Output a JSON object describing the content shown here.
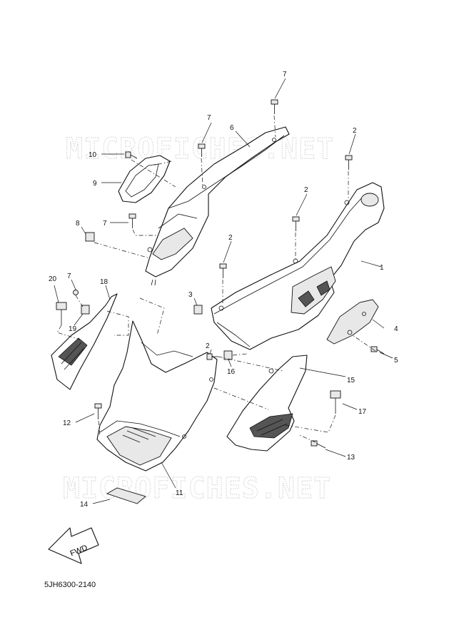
{
  "watermark": {
    "top": "MICROFICHES.NET",
    "bottom": "MICROFICHES.NET"
  },
  "diagram_code": "5JH6300-2140",
  "fwd_label": "FWD",
  "callouts": {
    "c1": "1",
    "c2a": "2",
    "c2b": "2",
    "c2c": "2",
    "c2d": "2",
    "c3": "3",
    "c4": "4",
    "c5": "5",
    "c6": "6",
    "c7a": "7",
    "c7b": "7",
    "c7c": "7",
    "c7d": "7",
    "c8": "8",
    "c9": "9",
    "c10": "10",
    "c11": "11",
    "c12": "12",
    "c13": "13",
    "c14": "14",
    "c15": "15",
    "c16": "16",
    "c17": "17",
    "c18": "18",
    "c19": "19",
    "c20": "20"
  },
  "parts": [
    "side-cover-1",
    "screw-2",
    "nut-3",
    "reflector-4",
    "screw-5",
    "side-cover-6",
    "screw-7",
    "nut-8",
    "grip-9",
    "screw-10",
    "footrest-board-11",
    "screw-12",
    "screw-13",
    "damper-14",
    "cover-15",
    "nut-16",
    "bolt-17",
    "cover-18",
    "nut-19",
    "bolt-20"
  ]
}
